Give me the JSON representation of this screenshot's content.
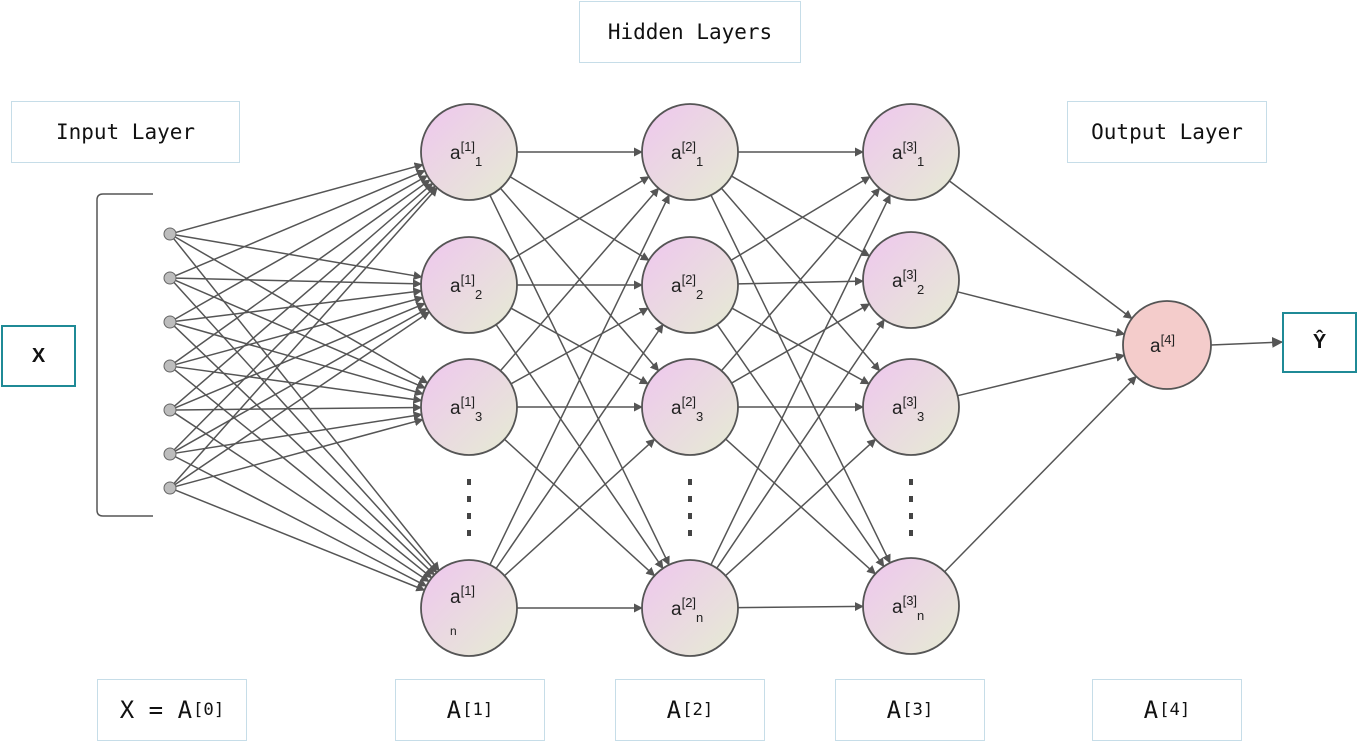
{
  "labels": {
    "hidden": "Hidden Layers",
    "input": "Input Layer",
    "output": "Output Layer",
    "x_input": "X",
    "y_output": "Ŷ"
  },
  "bottom": [
    {
      "base": "X = A",
      "sup": "[0]"
    },
    {
      "base": "A",
      "sup": "[1]"
    },
    {
      "base": "A",
      "sup": "[2]"
    },
    {
      "base": "A",
      "sup": "[3]"
    },
    {
      "base": "A",
      "sup": "[4]"
    }
  ],
  "layers": [
    {
      "sup": "[1]",
      "subs": [
        "1",
        "2",
        "3",
        "n"
      ]
    },
    {
      "sup": "[2]",
      "subs": [
        "1",
        "2",
        "3",
        "n"
      ]
    },
    {
      "sup": "[3]",
      "subs": [
        "1",
        "2",
        "3",
        "n"
      ]
    }
  ],
  "output_node": {
    "base": "a",
    "sup": "[4]"
  },
  "input_node_count": 7,
  "colors": {
    "hidden_node_gradient": [
      "#efc6ef",
      "#e5ecd3"
    ],
    "output_node_fill": "#f4cccb",
    "edges": "#555555",
    "teal_border": "#1f8a96",
    "light_border": "#c6dde8"
  }
}
